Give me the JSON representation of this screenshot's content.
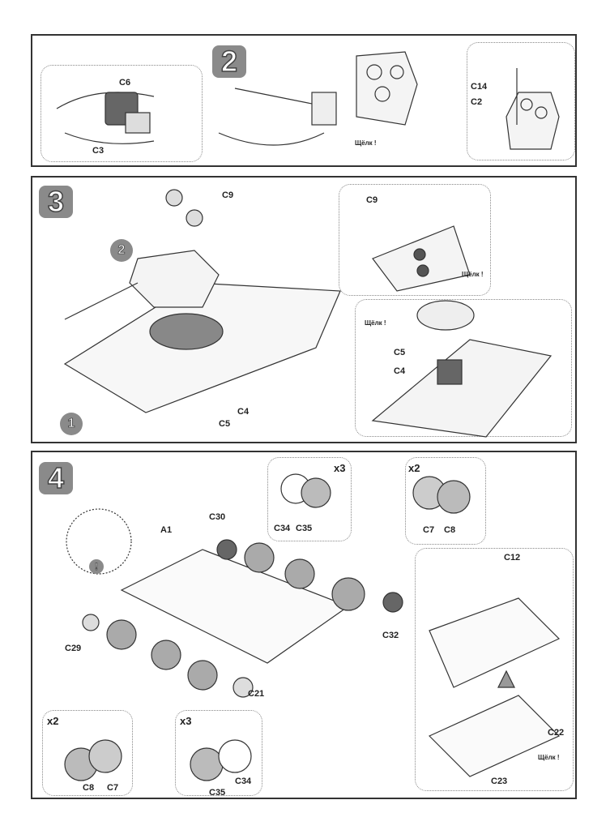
{
  "steps": [
    {
      "number": "2",
      "labels": [
        "C6",
        "C3",
        "C14",
        "C2"
      ],
      "click_text": "Щёлк !"
    },
    {
      "number": "3",
      "labels": [
        "C9",
        "C5",
        "C4",
        "C9",
        "C5",
        "C4"
      ],
      "badges": [
        "2",
        "1"
      ],
      "click_text": [
        "Щёлк !",
        "Щёлк !"
      ]
    },
    {
      "number": "4",
      "labels": {
        "a1": "A1",
        "c30": "C30",
        "c29": "C29",
        "c32": "C32",
        "c21": "C21",
        "c34_top": "C34",
        "c35_top": "C35",
        "c7_top": "C7",
        "c8_top": "C8",
        "c8_bottom": "C8",
        "c7_bottom": "C7",
        "c35_bottom": "C35",
        "c34_bottom": "C34",
        "c12": "C12",
        "c22": "C22",
        "c23": "C23"
      },
      "multipliers": {
        "top_left": "x3",
        "top_right": "x2",
        "bottom_left": "x2",
        "bottom_right": "x3"
      },
      "warning": "!",
      "click_text": "Щёлк !"
    }
  ]
}
